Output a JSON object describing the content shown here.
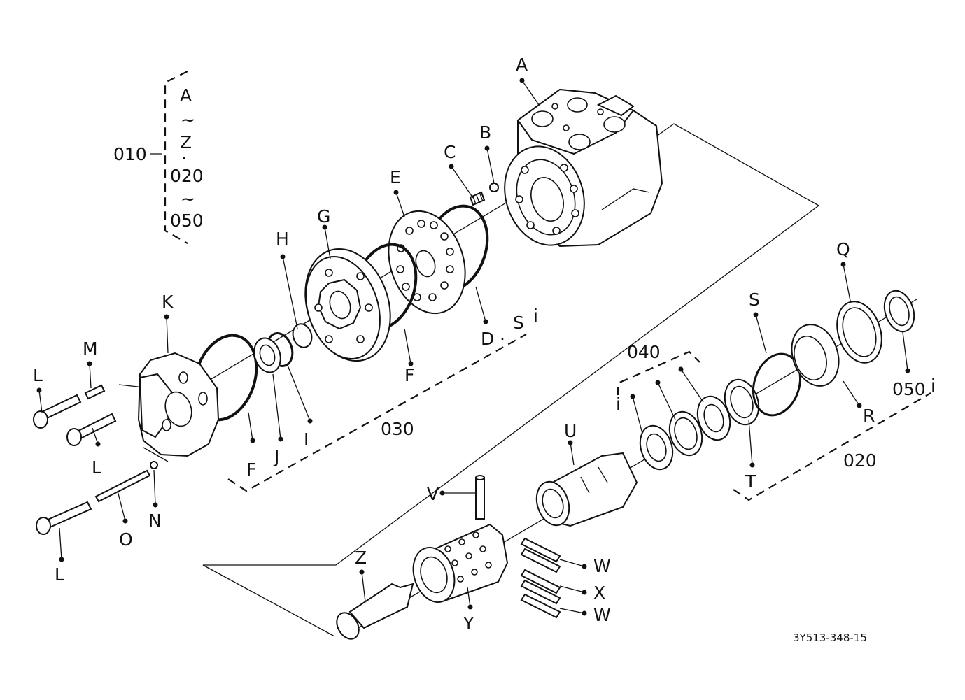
{
  "group_labels": {
    "g010": "010",
    "range_start": "A",
    "tilde": "~",
    "range_end": "Z",
    "sep": "·",
    "range2_start": "020",
    "range2_end": "050",
    "g020": "020",
    "g030": "030",
    "g040": "040",
    "g050": "050"
  },
  "parts": {
    "A": "A",
    "B": "B",
    "C": "C",
    "D": "D",
    "E": "E",
    "F": "F",
    "G": "G",
    "H": "H",
    "I": "I",
    "J": "J",
    "K": "K",
    "L": "L",
    "M": "M",
    "N": "N",
    "O": "O",
    "Q": "Q",
    "R": "R",
    "S": "S",
    "T": "T",
    "U": "U",
    "V": "V",
    "W": "W",
    "X": "X",
    "Y": "Y",
    "Z": "Z",
    "i": "i"
  },
  "drawing_code": "3Y513-348-15"
}
